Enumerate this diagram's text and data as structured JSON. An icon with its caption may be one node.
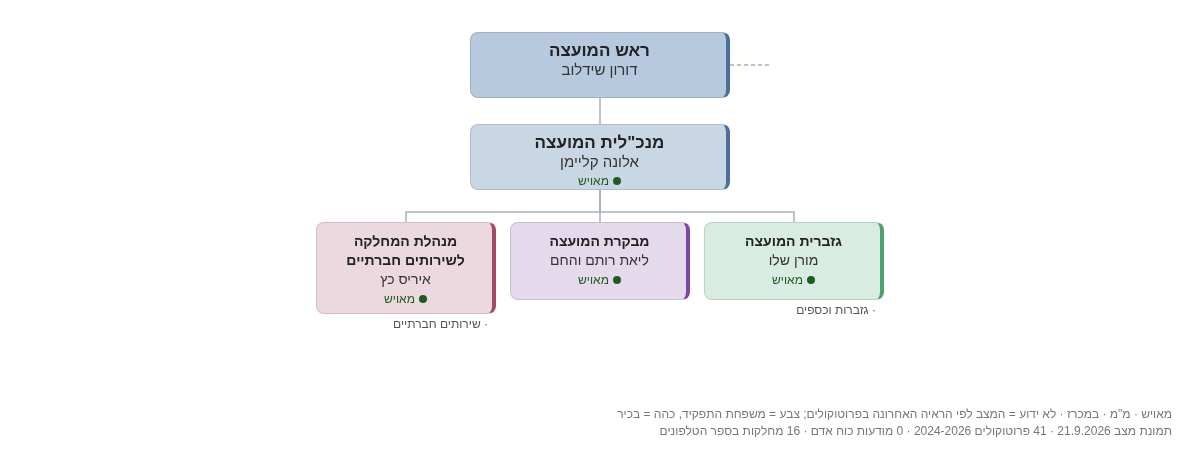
{
  "diagram": {
    "nodes": [
      {
        "text": [
          "ראש המועצה",
          "דורון שידלוב"
        ]
      },
      {
        "text": [
          "מנכ\"לית המועצה",
          "אלונה קליימן",
          "מאויש"
        ]
      },
      {
        "text": [
          "גזברית המועצה",
          "מורן שלו",
          "מאויש"
        ],
        "beside": [
          "· גזברות וכספים"
        ]
      },
      {
        "text": [
          "מבקרת המועצה",
          "ליאת רותם והחם",
          "מאויש"
        ]
      },
      {
        "text": [
          "מנהלת המחלקה לשירותים חברתיים",
          "איריס כץ",
          "מאויש"
        ],
        "beside": [
          "· שירותים חברתיים"
        ]
      }
    ],
    "edges": [
      {
        "from": 0,
        "to": null,
        "arrow": "none",
        "style": "dashed"
      },
      {
        "from": 0,
        "to": 1,
        "arrow": "none"
      },
      {
        "from": 1,
        "to": 2,
        "arrow": "none"
      },
      {
        "from": 1,
        "to": 3,
        "arrow": "none"
      },
      {
        "from": 1,
        "to": 4,
        "arrow": "none"
      }
    ],
    "labels": [
      "מאויש · מ\"מ · במכרז · לא ידוע = המצב לפי הראיה האחרונה בפרוטוקולים; צבע = משפחת התפקיד, כהה = בכיר",
      "תמונת מצב 21.9.2026 · 41 פרוטוקולים 2024-2026 · 0 מודעות כוח אדם · 16 מחלקות בספר הטלפונים"
    ]
  }
}
